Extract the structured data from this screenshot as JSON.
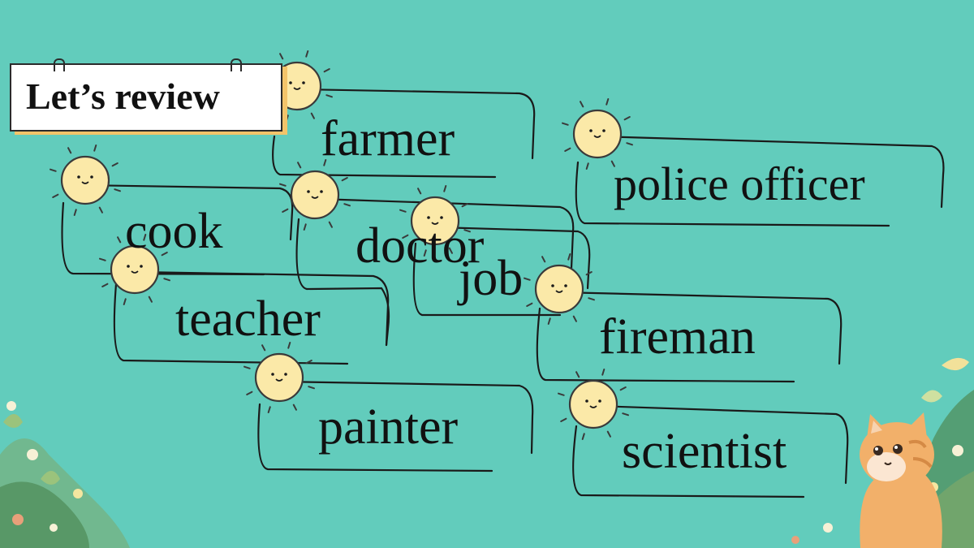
{
  "title": "Let’s review",
  "words": {
    "farmer": "farmer",
    "police_officer": "police officer",
    "cook": "cook",
    "doctor": "doctor",
    "job": "job",
    "teacher": "teacher",
    "fireman": "fireman",
    "painter": "painter",
    "scientist": "scientist"
  },
  "icons": [
    "smiling-sun-icon",
    "cat-icon",
    "flower-icon",
    "leaf-icon"
  ],
  "colors": {
    "background": "#62ccbc",
    "sun_fill": "#fbe9a8",
    "title_shadow": "#f3c46a",
    "ink": "#1a1a1a"
  }
}
